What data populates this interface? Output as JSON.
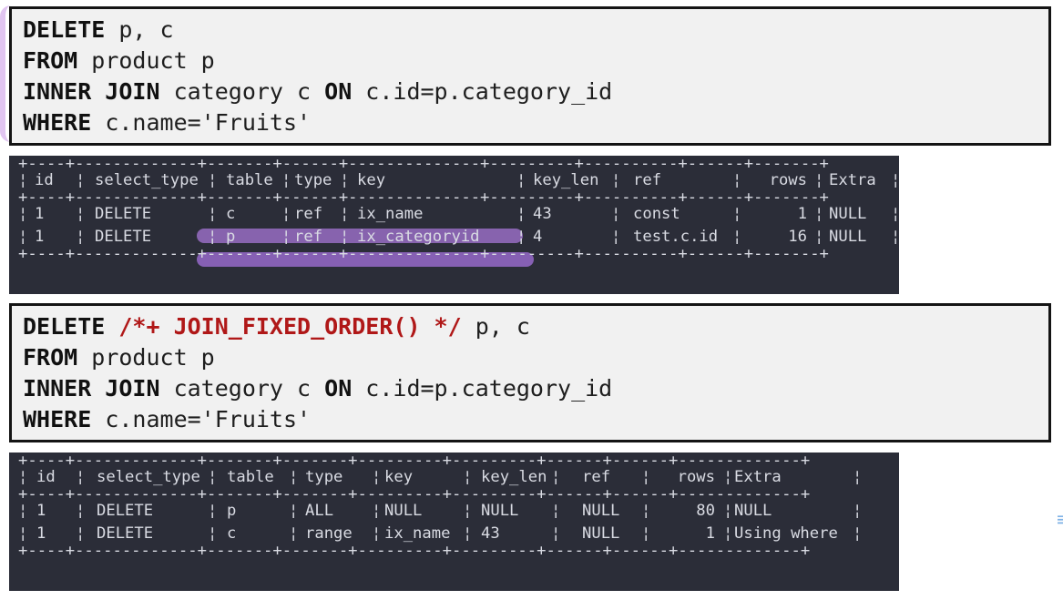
{
  "query1": {
    "line1_kw": "DELETE",
    "line1_rest": " p, c",
    "line2_kw": "FROM",
    "line2_rest": " product p",
    "line3_kw1": "INNER JOIN",
    "line3_mid": " category c ",
    "line3_kw2": "ON",
    "line3_rest": " c.id=p.category_id",
    "line4_kw": "WHERE",
    "line4_rest": " c.name='Fruits'"
  },
  "query2": {
    "line1_kw": "DELETE",
    "line1_hint": " /*+ JOIN_FIXED_ORDER() */",
    "line1_rest": " p, c",
    "line2_kw": "FROM",
    "line2_rest": " product p",
    "line3_kw1": "INNER JOIN",
    "line3_mid": " category c ",
    "line3_kw2": "ON",
    "line3_rest": " c.id=p.category_id",
    "line4_kw": "WHERE",
    "line4_rest": " c.name='Fruits'"
  },
  "explain1": {
    "border": "+----+-------------+-------+------+--------------+---------+----------+------+-------+",
    "headers": [
      "id",
      "select_type",
      "table",
      "type",
      "key",
      "key_len",
      "ref",
      "rows",
      "Extra"
    ],
    "rows": [
      [
        "1",
        "DELETE",
        "c",
        "ref",
        "ix_name",
        "43",
        "const",
        "1",
        "NULL"
      ],
      [
        "1",
        "DELETE",
        "p",
        "ref",
        "ix_categoryid",
        "4",
        "test.c.id",
        "16",
        "NULL"
      ]
    ]
  },
  "explain2": {
    "border": "+----+-------------+-------+-------+---------+---------+------+------+-------------+",
    "headers": [
      "id",
      "select_type",
      "table",
      "type",
      "key",
      "key_len",
      "ref",
      "rows",
      "Extra"
    ],
    "rows": [
      [
        "1",
        "DELETE",
        "p",
        "ALL",
        "NULL",
        "NULL",
        "NULL",
        "80",
        "NULL"
      ],
      [
        "1",
        "DELETE",
        "c",
        "range",
        "ix_name",
        "43",
        "NULL",
        "1",
        "Using where"
      ]
    ]
  }
}
